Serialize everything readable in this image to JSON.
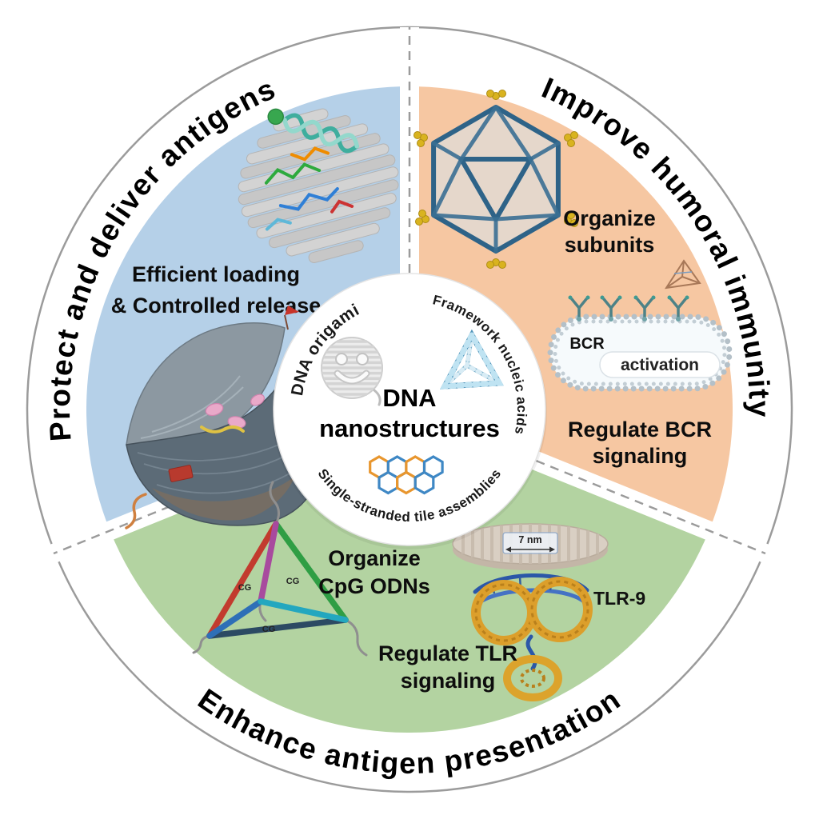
{
  "ring": {
    "protect": "Protect and deliver antigens",
    "improve": "Improve humoral immunity",
    "enhance": "Enhance antigen presentation"
  },
  "center": {
    "title_line1": "DNA",
    "title_line2": "nanostructures",
    "origami": "DNA origami",
    "framework": "Framework nucleic acids",
    "tiles": "Single-stranded tile assemblies"
  },
  "protect_sector": {
    "caption_line1": "Efficient loading",
    "caption_line2": "& Controlled release"
  },
  "improve_sector": {
    "organize_line1": "Organize",
    "organize_line2": "subunits",
    "bcr": "BCR",
    "activation": "activation",
    "regulate_line1": "Regulate BCR",
    "regulate_line2": "signaling"
  },
  "enhance_sector": {
    "organize_line1": "Organize",
    "organize_line2": "CpG ODNs",
    "regulate_line1": "Regulate TLR",
    "regulate_line2": "signaling",
    "tlr": "TLR-9",
    "size": "7 nm",
    "cg_labels": [
      "CG",
      "CG",
      "CG"
    ]
  },
  "colors": {
    "protect_fill": "#b5d0e8",
    "improve_fill": "#f6c7a2",
    "enhance_fill": "#b3d3a1",
    "divider": "#9b9b9b"
  }
}
